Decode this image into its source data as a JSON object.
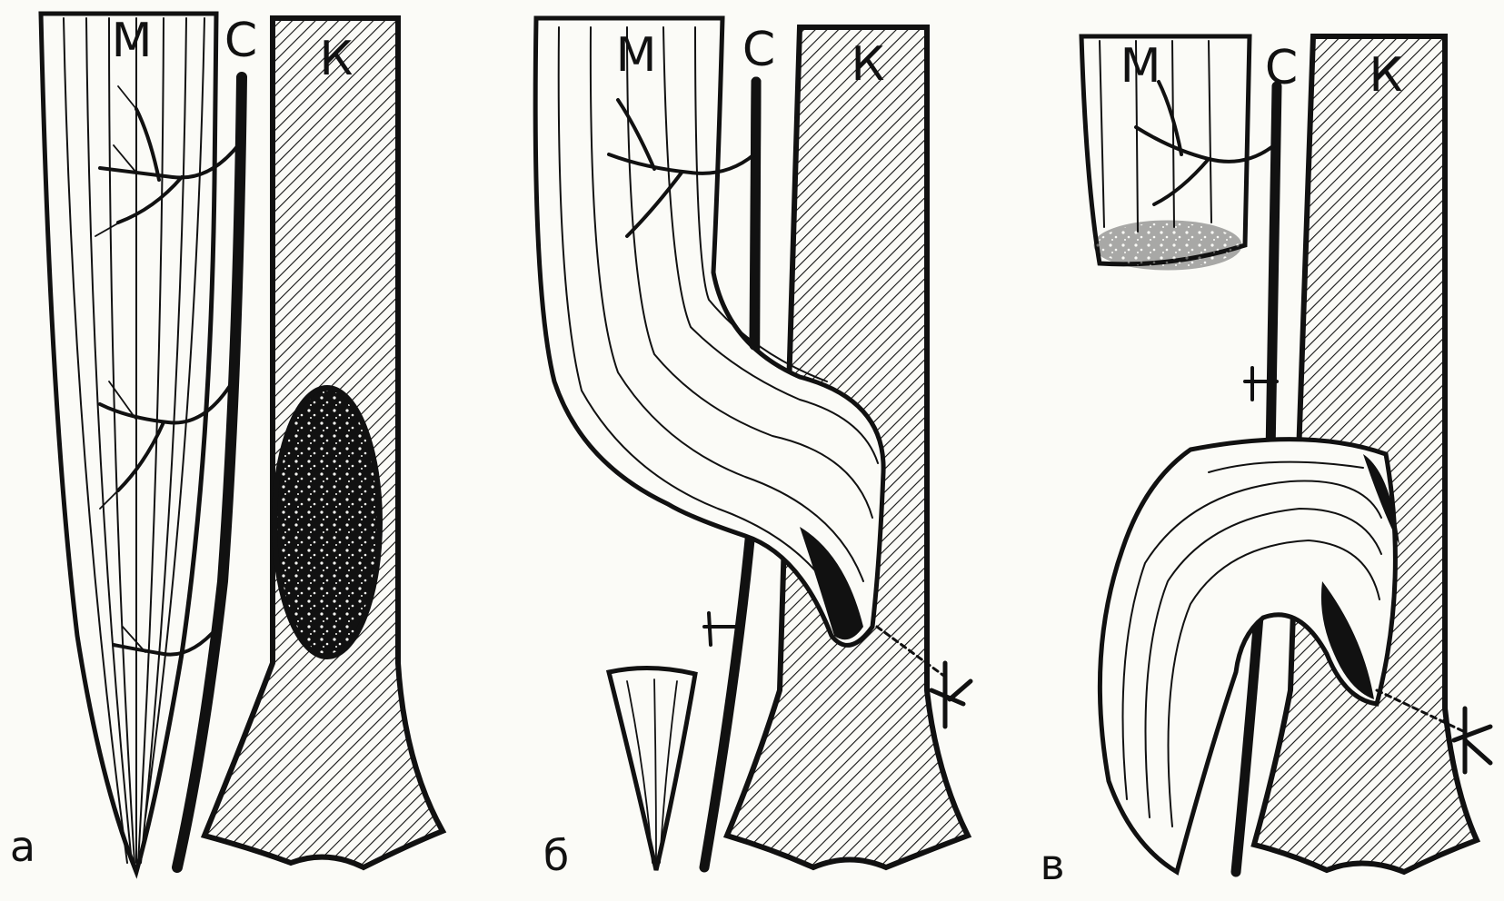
{
  "panels": [
    {
      "id": "a",
      "panel_label": "а",
      "labels": {
        "muscle": "М",
        "vessel": "С",
        "bone": "К"
      }
    },
    {
      "id": "b",
      "panel_label": "б",
      "labels": {
        "muscle": "М",
        "vessel": "С",
        "bone": "К"
      }
    },
    {
      "id": "v",
      "panel_label": "в",
      "labels": {
        "muscle": "М",
        "vessel": "С",
        "bone": "К"
      }
    }
  ],
  "colors": {
    "ink": "#111111",
    "paper": "#fbfbf7"
  }
}
